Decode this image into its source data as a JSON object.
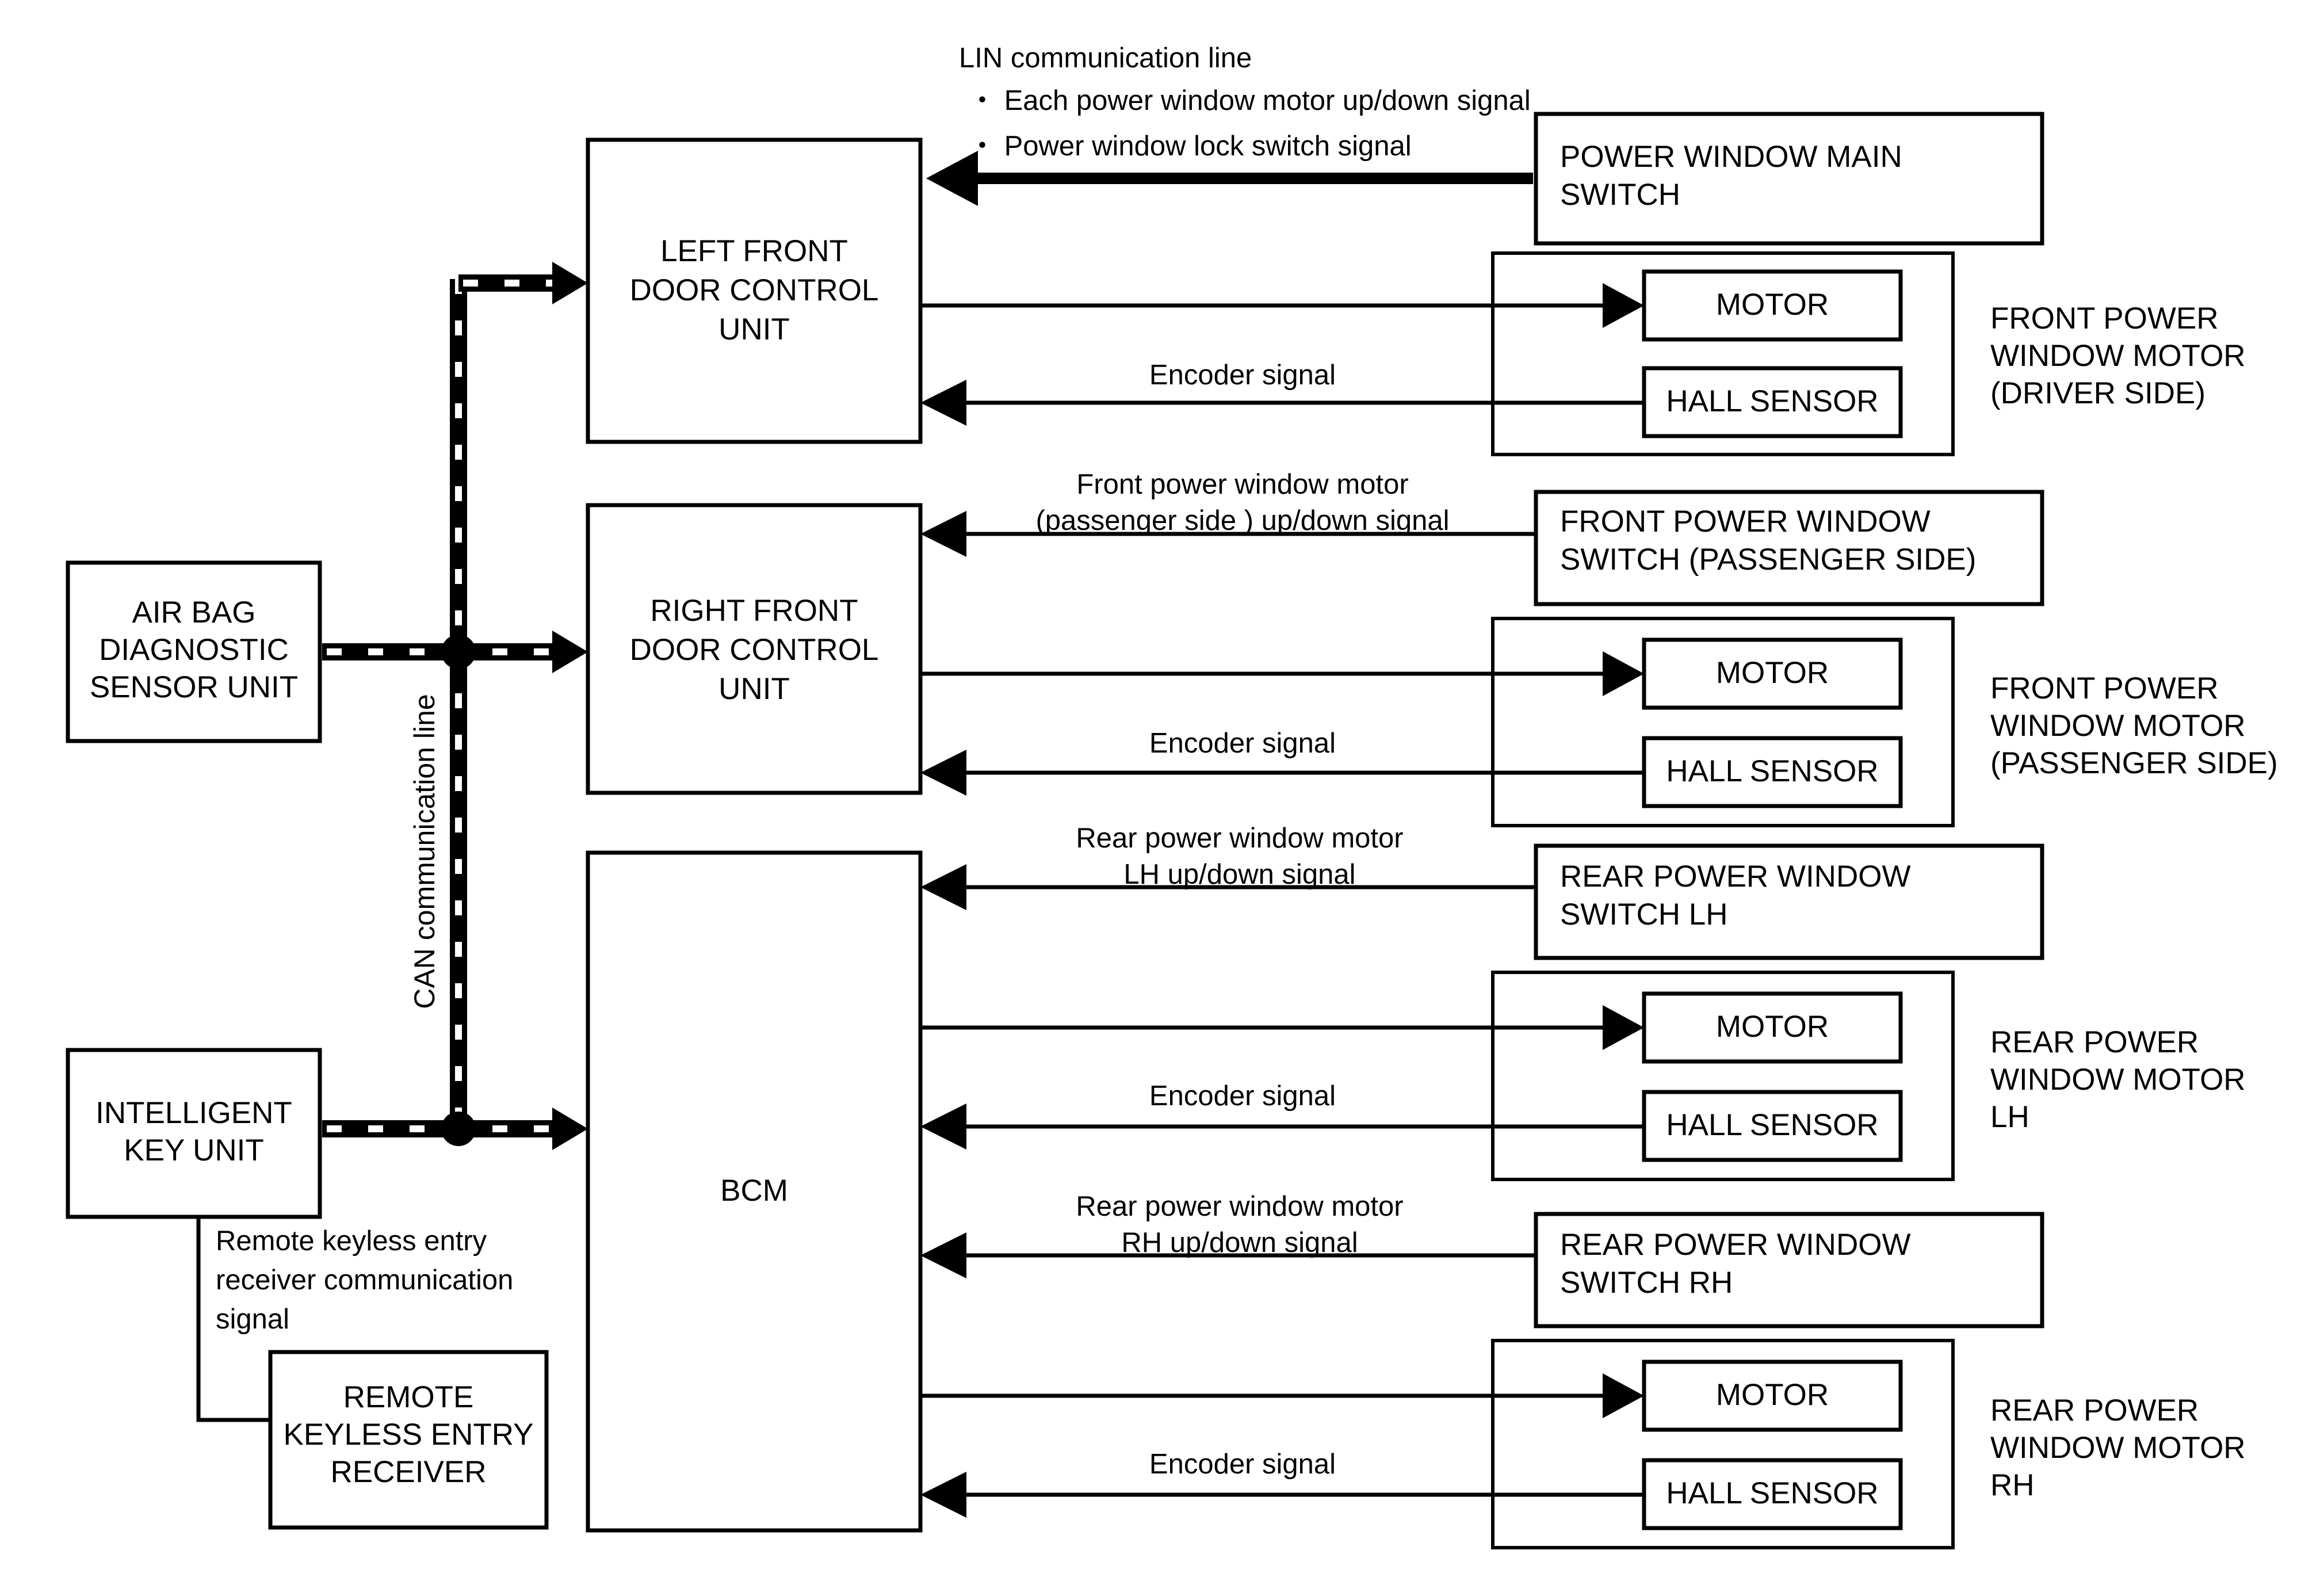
{
  "diagram": {
    "title": "Power window system block diagram",
    "lines": {
      "lin_label_title": "LIN communication line",
      "lin_bullet_1": "・ Each power window motor up/down signal",
      "lin_bullet_2": "・ Power window lock switch signal",
      "can_label": "CAN communication line"
    },
    "control_units": {
      "left_front": "LEFT FRONT\nDOOR CONTROL\nUNIT",
      "left_front_l1": "LEFT FRONT",
      "left_front_l2": "DOOR CONTROL",
      "left_front_l3": "UNIT",
      "right_front_l1": "RIGHT FRONT",
      "right_front_l2": "DOOR CONTROL",
      "right_front_l3": "UNIT",
      "bcm": "BCM"
    },
    "left_modules": [
      {
        "id": "airbag",
        "l1": "AIR BAG",
        "l2": "DIAGNOSTIC",
        "l3": "SENSOR UNIT"
      },
      {
        "id": "intelligent-key",
        "l1": "INTELLIGENT",
        "l2": "KEY UNIT",
        "l3": ""
      },
      {
        "id": "rke-receiver",
        "l1": "REMOTE",
        "l2": "KEYLESS ENTRY",
        "l3": "RECEIVER"
      }
    ],
    "rke_signal_label_l1": "Remote keyless entry",
    "rke_signal_label_l2": "receiver communication",
    "rke_signal_label_l3": "signal",
    "switches": [
      {
        "id": "pw-main-switch",
        "l1": "POWER WINDOW MAIN",
        "l2": "SWITCH"
      },
      {
        "id": "front-pw-switch-passenger",
        "l1": "FRONT POWER WINDOW",
        "l2": "SWITCH (PASSENGER SIDE)"
      },
      {
        "id": "rear-pw-switch-lh",
        "l1": "REAR POWER WINDOW",
        "l2": "SWITCH LH"
      },
      {
        "id": "rear-pw-switch-rh",
        "l1": "REAR POWER WINDOW",
        "l2": "SWITCH RH"
      }
    ],
    "signal_labels": {
      "front_passenger_l1": "Front power window motor",
      "front_passenger_l2": "(passenger side ) up/down signal",
      "rear_lh_l1": "Rear power window motor",
      "rear_lh_l2": "LH up/down signal",
      "rear_rh_l1": "Rear power window motor",
      "rear_rh_l2": "RH up/down signal",
      "encoder": "Encoder signal"
    },
    "motor_assemblies": [
      {
        "id": "front-driver",
        "motor": "MOTOR",
        "hall": "HALL SENSOR",
        "caption_l1": "FRONT POWER",
        "caption_l2": "WINDOW MOTOR",
        "caption_l3": "(DRIVER SIDE)"
      },
      {
        "id": "front-passenger",
        "motor": "MOTOR",
        "hall": "HALL SENSOR",
        "caption_l1": "FRONT POWER",
        "caption_l2": "WINDOW MOTOR",
        "caption_l3": "(PASSENGER SIDE)"
      },
      {
        "id": "rear-lh",
        "motor": "MOTOR",
        "hall": "HALL SENSOR",
        "caption_l1": "REAR POWER",
        "caption_l2": "WINDOW MOTOR",
        "caption_l3": "LH"
      },
      {
        "id": "rear-rh",
        "motor": "MOTOR",
        "hall": "HALL SENSOR",
        "caption_l1": "REAR POWER",
        "caption_l2": "WINDOW MOTOR",
        "caption_l3": "RH"
      }
    ],
    "colors": {
      "ink": "#000000",
      "paper": "#ffffff"
    }
  }
}
